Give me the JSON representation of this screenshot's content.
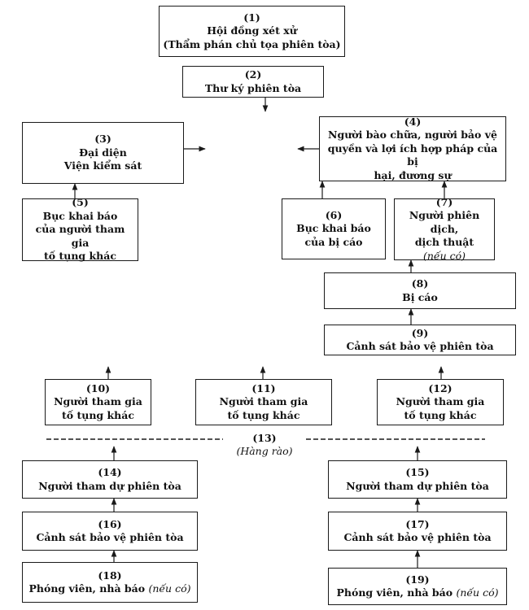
{
  "nodes": {
    "n1": {
      "num": "(1)",
      "line1": "Hội đồng xét xử",
      "line2": "(Thẩm phán chủ tọa phiên tòa)"
    },
    "n2": {
      "num": "(2)",
      "line1": "Thư ký phiên tòa"
    },
    "n3": {
      "num": "(3)",
      "line1": "Đại diện",
      "line2": "Viện kiểm sát"
    },
    "n4": {
      "num": "(4)",
      "line1": "Người bào chữa, người bảo vệ",
      "line2": "quyền và lợi ích hợp pháp của bị",
      "line3": "hại, đương sự"
    },
    "n5": {
      "num": "(5)",
      "line1": "Bục khai báo",
      "line2": "của người tham gia",
      "line3": "tố tụng khác"
    },
    "n6": {
      "num": "(6)",
      "line1": "Bục khai báo",
      "line2": "của bị cáo"
    },
    "n7": {
      "num": "(7)",
      "line1": "Người phiên dịch,",
      "line2": "dịch thuật",
      "note": "(nếu có)"
    },
    "n8": {
      "num": "(8)",
      "line1": "Bị cáo"
    },
    "n9": {
      "num": "(9)",
      "line1": "Cảnh sát bảo vệ phiên tòa"
    },
    "n10": {
      "num": "(10)",
      "line1": "Người tham gia",
      "line2": "tố tụng khác"
    },
    "n11": {
      "num": "(11)",
      "line1": "Người tham gia",
      "line2": "tố tụng khác"
    },
    "n12": {
      "num": "(12)",
      "line1": "Người tham gia",
      "line2": "tố tụng khác"
    },
    "n13": {
      "num": "(13)",
      "note": "(Hàng rào)"
    },
    "n14": {
      "num": "(14)",
      "line1": "Người tham dự phiên tòa"
    },
    "n15": {
      "num": "(15)",
      "line1": "Người tham dự phiên tòa"
    },
    "n16": {
      "num": "(16)",
      "line1": "Cảnh sát bảo vệ phiên tòa"
    },
    "n17": {
      "num": "(17)",
      "line1": "Cảnh sát bảo vệ phiên tòa"
    },
    "n18": {
      "num": "(18)",
      "line1": "Phóng viên, nhà báo",
      "note": "(nếu có)"
    },
    "n19": {
      "num": "(19)",
      "line1": "Phóng viên, nhà báo",
      "note": "(nếu có)"
    }
  }
}
